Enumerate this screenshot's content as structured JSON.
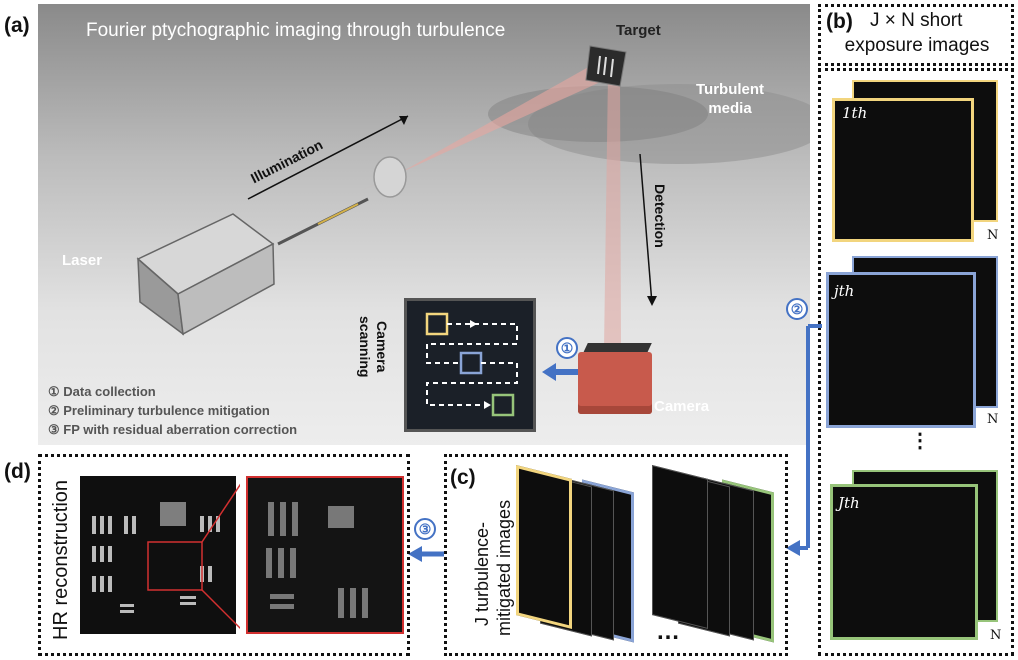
{
  "panels": {
    "a": {
      "label": "(a)",
      "title": "Fourier ptychographic imaging through turbulence",
      "target": "Target",
      "turbulent_media": "Turbulent\nmedia",
      "illumination": "Illumination",
      "detection": "Detection",
      "laser": "Laser",
      "camera": "Camera",
      "camera_scanning": "Camera\nscanning",
      "step1": "①",
      "legend": [
        "① Data collection",
        "② Preliminary turbulence mitigation",
        "③ FP with residual aberration correction"
      ]
    },
    "b": {
      "label": "(b)",
      "header_line1": "J × N short",
      "header_line2": "exposure images",
      "frames": [
        {
          "label": "1th",
          "color": "#f2d57e"
        },
        {
          "label": "jth",
          "color": "#8aa4d6"
        },
        {
          "label": "Jth",
          "color": "#97c47a"
        }
      ],
      "n_label": "N",
      "ellipsis": "⋮"
    },
    "c": {
      "label": "(c)",
      "side_text_line1": "J turbulence-",
      "side_text_line2": "mitigated images",
      "ellipsis": "…"
    },
    "d": {
      "label": "(d)",
      "side_text": "HR reconstruction"
    },
    "steps": {
      "two": "②",
      "three": "③"
    }
  },
  "colors": {
    "yellow": "#f2d57e",
    "blue": "#8aa4d6",
    "green": "#97c47a",
    "arrow_blue": "#4472c4",
    "zoom_red": "#d23030"
  }
}
